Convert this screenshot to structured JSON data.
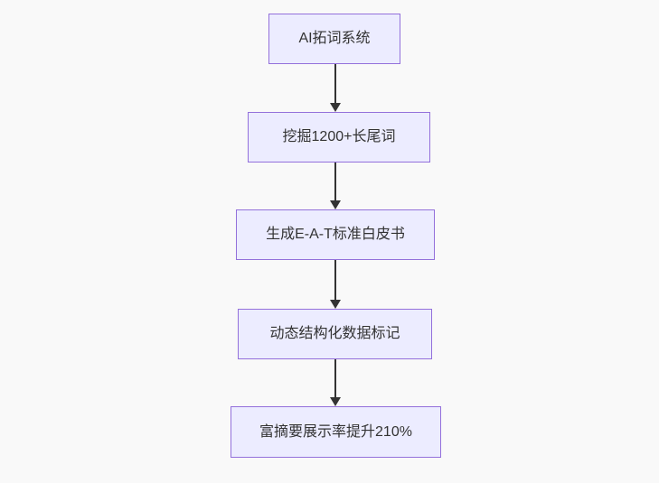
{
  "diagram": {
    "type": "flowchart-top-down",
    "background_color": "#f9f9f9",
    "node_fill_color": "#ECECFF",
    "node_border_color": "#9370DB",
    "node_text_color": "#333333",
    "edge_color": "#333333"
  },
  "nodes": [
    {
      "label": "AI拓词系统"
    },
    {
      "label": "挖掘1200+长尾词"
    },
    {
      "label": "生成E-A-T标准白皮书"
    },
    {
      "label": "动态结构化数据标记"
    },
    {
      "label": "富摘要展示率提升210%"
    }
  ],
  "edges": [
    {
      "from": "AI拓词系统",
      "to": "挖掘1200+长尾词"
    },
    {
      "from": "挖掘1200+长尾词",
      "to": "生成E-A-T标准白皮书"
    },
    {
      "from": "生成E-A-T标准白皮书",
      "to": "动态结构化数据标记"
    },
    {
      "from": "动态结构化数据标记",
      "to": "富摘要展示率提升210%"
    }
  ]
}
